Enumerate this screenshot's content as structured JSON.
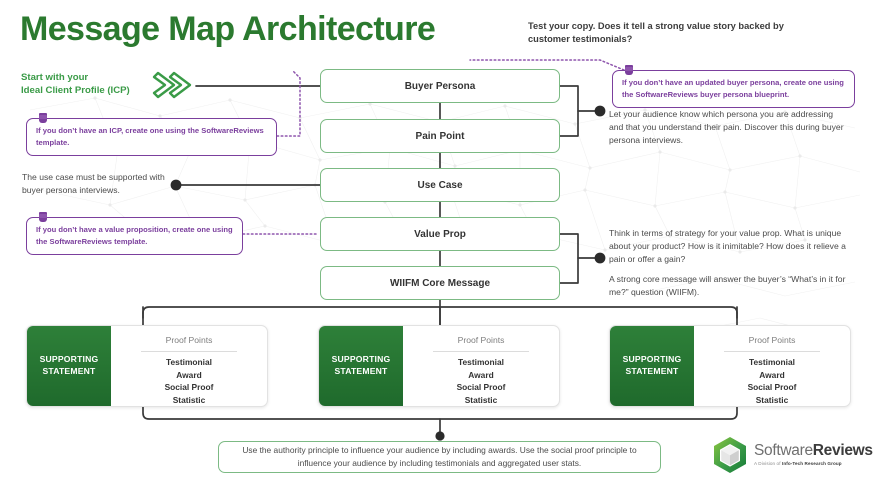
{
  "header": {
    "title": "Message Map Architecture",
    "note": "Test your copy. Does it tell a strong value story backed by customer testimonials?"
  },
  "kicker": {
    "line1": "Start with your",
    "line2": "Ideal Client Profile (ICP)",
    "icon": "double-chevron-right-icon"
  },
  "spine": {
    "nodes": [
      {
        "label": "Buyer Persona"
      },
      {
        "label": "Pain Point"
      },
      {
        "label": "Use Case"
      },
      {
        "label": "Value Prop"
      },
      {
        "label": "WIIFM Core Message"
      }
    ]
  },
  "callouts": [
    {
      "id": "icp-callout",
      "text": "If you don’t have an ICP, create one using the SoftwareReviews template."
    },
    {
      "id": "value-prop-callout",
      "text": "If you don’t have a value proposition, create one using the SoftwareReviews template."
    },
    {
      "id": "buyer-persona-callout",
      "text": "If you don’t have an updated buyer persona, create one using the SoftwareReviews buyer persona blueprint."
    }
  ],
  "notes": {
    "use_case": "The use case must be supported with buyer persona interviews.",
    "persona": "Let your audience know which persona you are addressing and that you understand their pain. Discover this during buyer persona interviews.",
    "value_prop": "Think in terms of strategy for your value prop. What is unique about your product? How is it inimitable? How does it relieve a pain or offer a gain?",
    "core_message": "A strong core message will answer the buyer’s “What’s in it for me?” question (WIIFM)."
  },
  "supporting": {
    "label_line1": "SUPPORTING",
    "label_line2": "STATEMENT",
    "proof_points_title": "Proof Points",
    "proof_points": "Testimonial\nAward\nSocial Proof\nStatistic",
    "cards": [
      {
        "label_line1": "SUPPORTING",
        "label_line2": "STATEMENT",
        "proof_points_title": "Proof Points",
        "items": [
          "Testimonial",
          "Award",
          "Social Proof",
          "Statistic"
        ]
      },
      {
        "label_line1": "SUPPORTING",
        "label_line2": "STATEMENT",
        "proof_points_title": "Proof Points",
        "items": [
          "Testimonial",
          "Award",
          "Social Proof",
          "Statistic"
        ]
      },
      {
        "label_line1": "SUPPORTING",
        "label_line2": "STATEMENT",
        "proof_points_title": "Proof Points",
        "items": [
          "Testimonial",
          "Award",
          "Social Proof",
          "Statistic"
        ]
      }
    ]
  },
  "footer": {
    "text": "Use the authority principle to influence your audience by including awards. Use the social proof principle to influence your audience by including testimonials and aggregated user stats."
  },
  "logo": {
    "mark": "software-reviews-cube-icon",
    "word_light": "Software",
    "word_bold": "Reviews",
    "tagline_prefix": "A Division of ",
    "tagline_bold": "Info-Tech Research Group"
  },
  "colors": {
    "brand_green": "#2b7a2f",
    "node_border_green": "#7cba84",
    "card_green_dark": "#1f6a2c",
    "card_green_light": "#2e8039",
    "accent_purple": "#7b3f9d",
    "connector_gray": "#3a3a3a",
    "body_text": "#4b4b4b"
  }
}
